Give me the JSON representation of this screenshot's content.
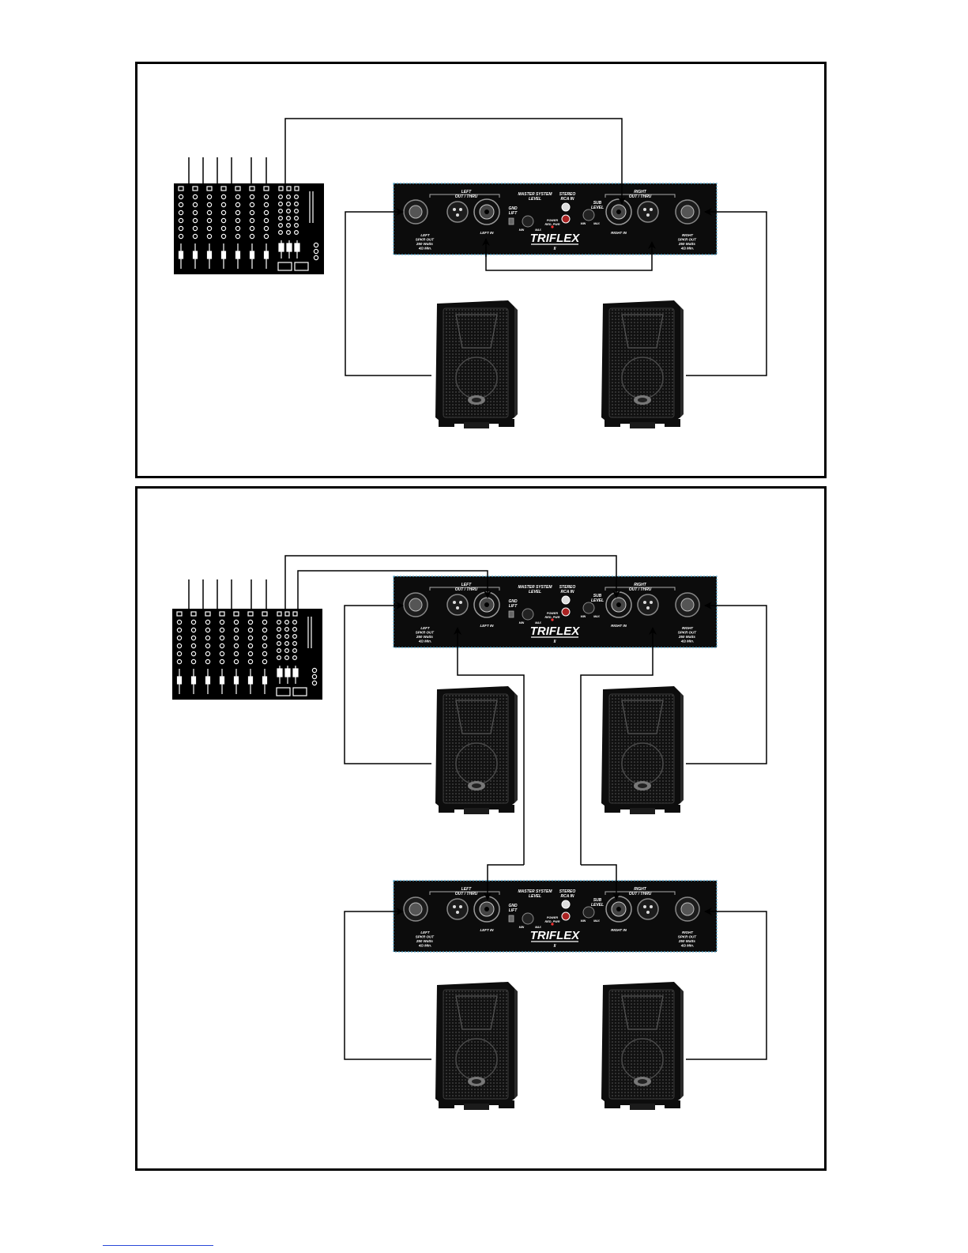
{
  "colors": {
    "panel": "#0c0c0c",
    "panel_border": "#4da3c9",
    "panel_text": "#ffffff",
    "cable": "#000000",
    "footer_rule": "#2a49d8"
  },
  "amp": {
    "left_out_thru": "LEFT OUT / THRU",
    "right_out_thru": "RIGHT OUT / THRU",
    "master": "MASTER SYSTEM LEVEL",
    "stereo_rca": "STEREO RCA IN",
    "sub_level": "SUB LEVEL",
    "gnd_lift": "GND LIFT",
    "left_spkr": "LEFT SPKR OUT 250 Watts 4Ω Min.",
    "right_spkr": "RIGHT SPKR OUT 250 Watts 4Ω Min.",
    "left_in": "LEFT IN",
    "right_in": "RIGHT IN",
    "power": "POWER RED. PWR",
    "min": "MIN",
    "max": "MAX",
    "brand": "TRIFLEX",
    "model": "II"
  },
  "diagrams": [
    {
      "name": "single-triflex-setup",
      "amps": 1,
      "speakers": 2
    },
    {
      "name": "dual-triflex-setup",
      "amps": 2,
      "speakers": 4
    }
  ]
}
